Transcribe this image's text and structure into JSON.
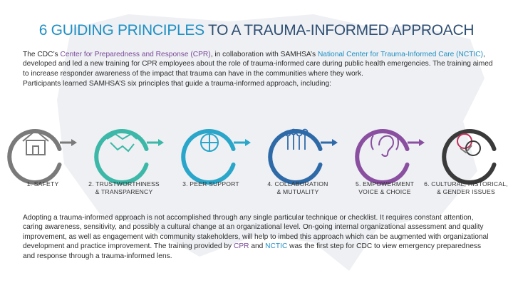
{
  "title": {
    "part1": "6 GUIDING PRINCIPLES",
    "part2": "TO A TRAUMA-INFORMED APPROACH"
  },
  "intro": {
    "p1_a": "The CDC’s ",
    "p1_link1": "Center for  Preparedness and Response (CPR)",
    "p1_b": ", in collaboration with SAMHSA’s ",
    "p1_link2": "National Center for Trauma-Informed Care (NCTIC)",
    "p1_c": ", developed and led a new training for CPR employees about the role of trauma-informed care during public health emergencies. The training aimed to increase responder awareness of the impact that trauma can have in the communities where they work.",
    "p2": "Participants learned SAMHSA’S six principles that guide a trauma-informed approach, including:"
  },
  "principles": [
    {
      "line1": "1. SAFETY",
      "line2": "",
      "icon": "house-icon",
      "color": "#7a7a7a"
    },
    {
      "line1": "2. TRUSTWORTHINESS",
      "line2": "& TRANSPARENCY",
      "icon": "handshake-icon",
      "color": "#3cb8a8"
    },
    {
      "line1": "3. PEER SUPPORT",
      "line2": "",
      "icon": "joined-hands-icon",
      "color": "#29a6c9"
    },
    {
      "line1": "4. COLLABORATION",
      "line2": "& MUTUALITY",
      "icon": "people-group-icon",
      "color": "#2f6aa8"
    },
    {
      "line1": "5. EMPOWERMENT",
      "line2": "VOICE & CHOICE",
      "icon": "ear-icon",
      "color": "#8a4fa0"
    },
    {
      "line1": "6. CULTURAL, HISTORICAL,",
      "line2": "& GENDER ISSUES",
      "icon": "diversity-icon",
      "color": "#3a3a3a"
    }
  ],
  "outro": {
    "a": "Adopting a trauma-informed approach is not accomplished through any single particular technique or checklist. It requires constant attention, caring awareness, sensitivity, and possibly a cultural change at an organizational level. On-going internal organizational assessment and quality improvement, as well as engagement with community stakeholders, will help to imbed this approach which can be augmented with organizational development and practice improvement. The training provided by ",
    "link1": "CPR",
    "b": " and ",
    "link2": "NCTIC",
    "c": " was the first step for CDC to view emergency preparedness and response through a trauma-informed lens."
  }
}
